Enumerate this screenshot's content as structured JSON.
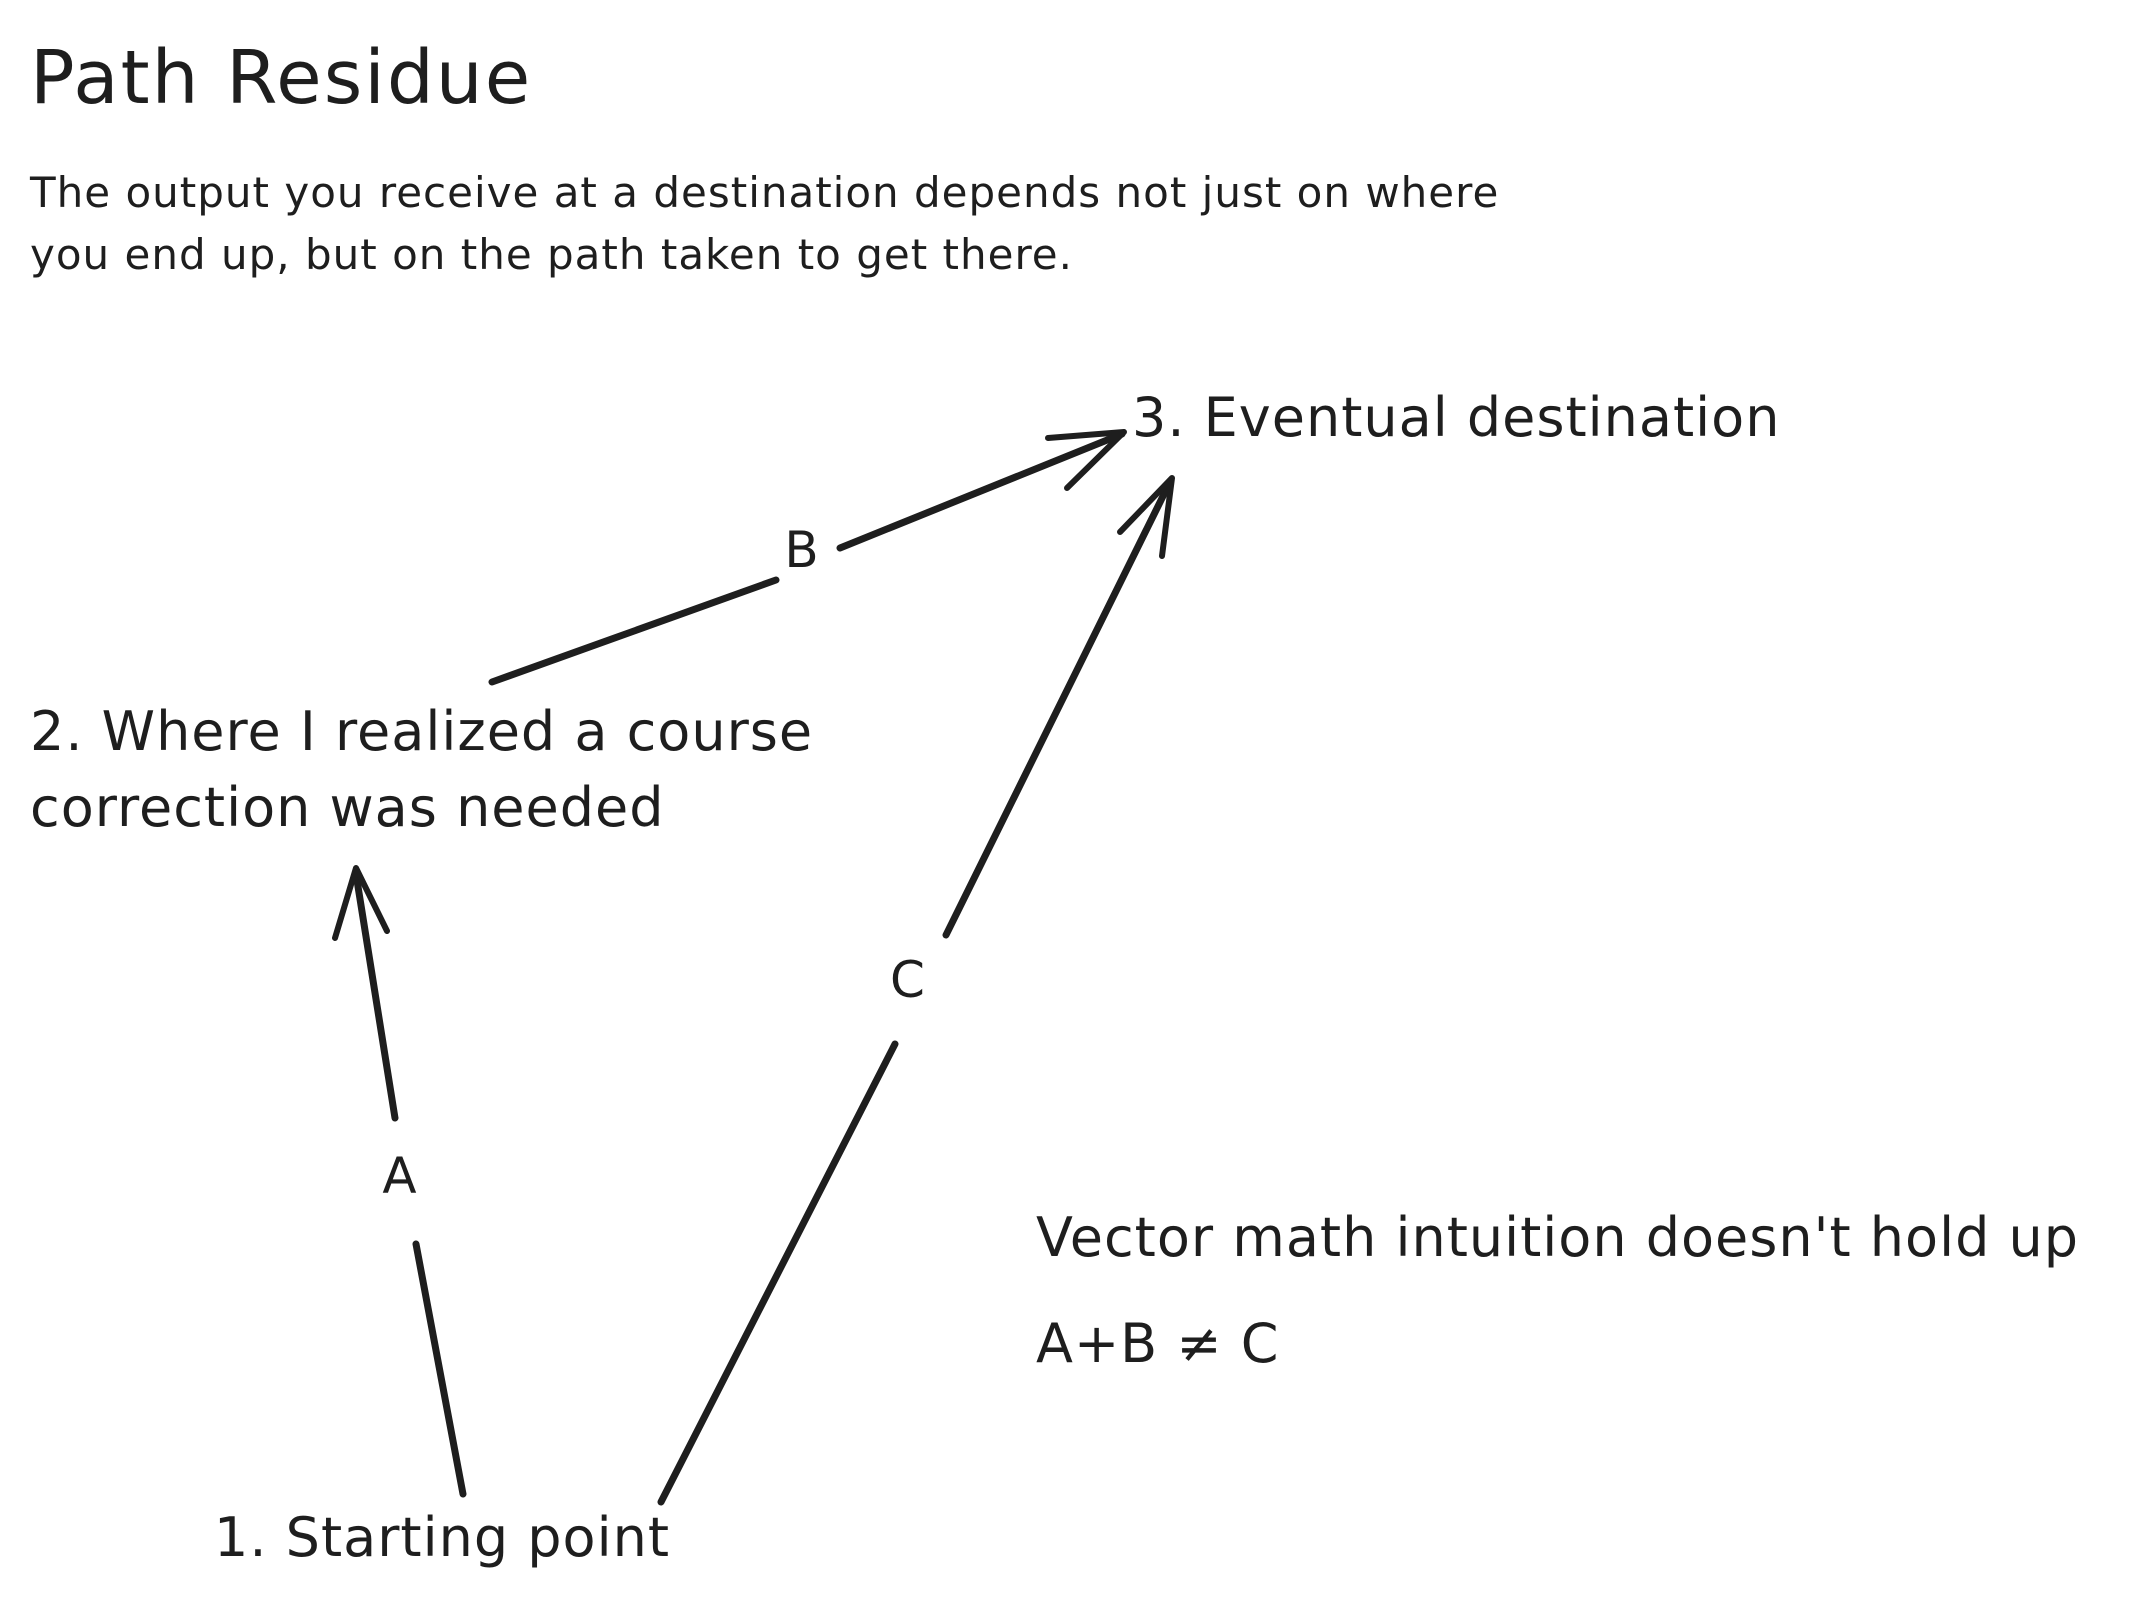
{
  "diagram": {
    "title": "Path Residue",
    "subtitle": "The output you receive at a destination depends not just on where you end up, but on the path taken to get there.",
    "nodes": {
      "start": "1. Starting point",
      "correction": "2. Where I realized a course correction was needed",
      "destination": "3. Eventual destination"
    },
    "edges": {
      "a": "A",
      "b": "B",
      "c": "C"
    },
    "note": {
      "line1": "Vector math intuition doesn't hold up",
      "line2": "A+B ≠ C"
    }
  }
}
